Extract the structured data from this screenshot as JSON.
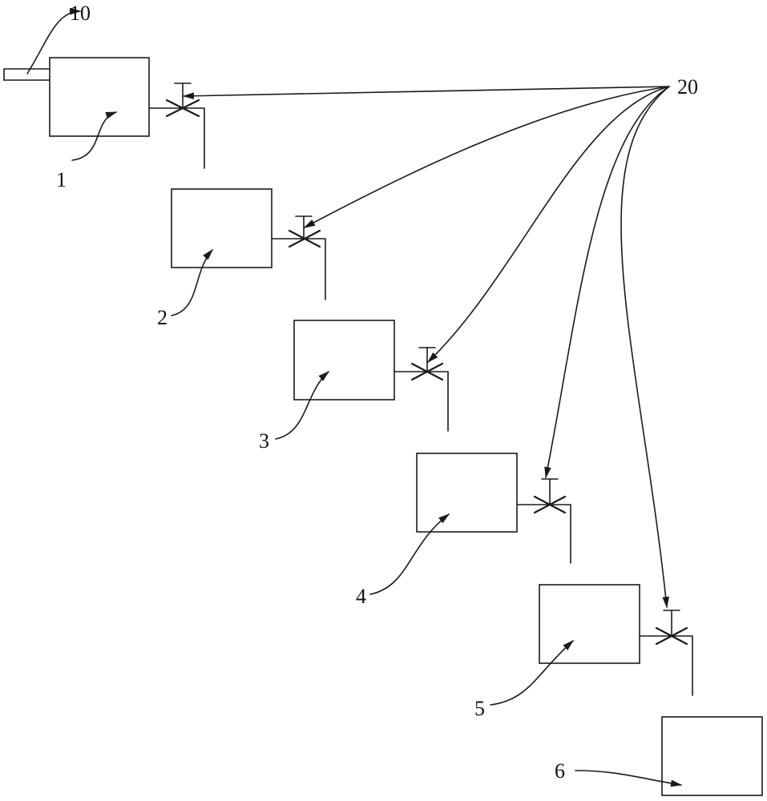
{
  "diagram": {
    "labels": {
      "inlet_pipe": "10",
      "control_line": "20",
      "tank_1": "1",
      "tank_2": "2",
      "tank_3": "3",
      "tank_4": "4",
      "tank_5": "5",
      "tank_6": "6"
    }
  }
}
